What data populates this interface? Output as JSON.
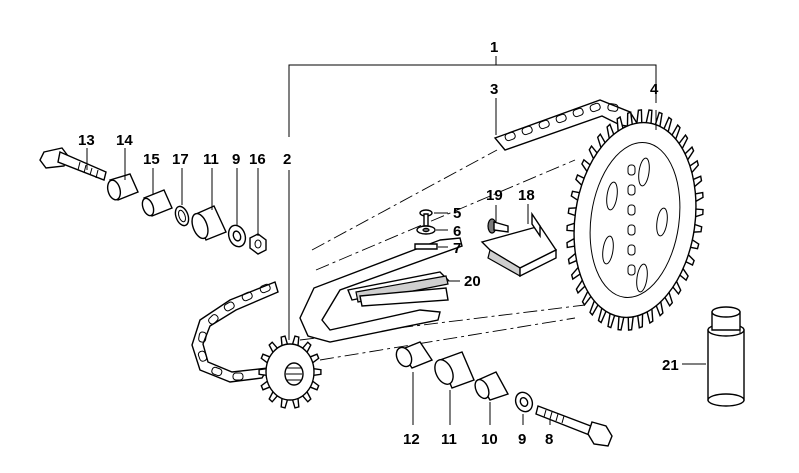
{
  "callouts": {
    "c1": "1",
    "c2": "2",
    "c3": "3",
    "c4": "4",
    "c5": "5",
    "c6": "6",
    "c7": "7",
    "c8": "8",
    "c9_top": "9",
    "c9_bottom": "9",
    "c10": "10",
    "c11_top": "11",
    "c11_bottom": "11",
    "c12": "12",
    "c13": "13",
    "c14": "14",
    "c15": "15",
    "c16": "16",
    "c17": "17",
    "c18": "18",
    "c19": "19",
    "c20": "20",
    "c21": "21"
  }
}
